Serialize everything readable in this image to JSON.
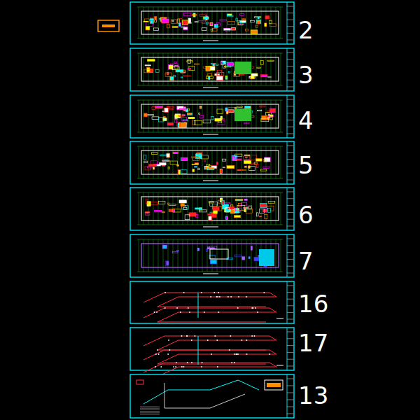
{
  "diagram": {
    "labels": [
      "2",
      "3",
      "4",
      "5",
      "6",
      "7",
      "16",
      "17",
      "13"
    ]
  }
}
